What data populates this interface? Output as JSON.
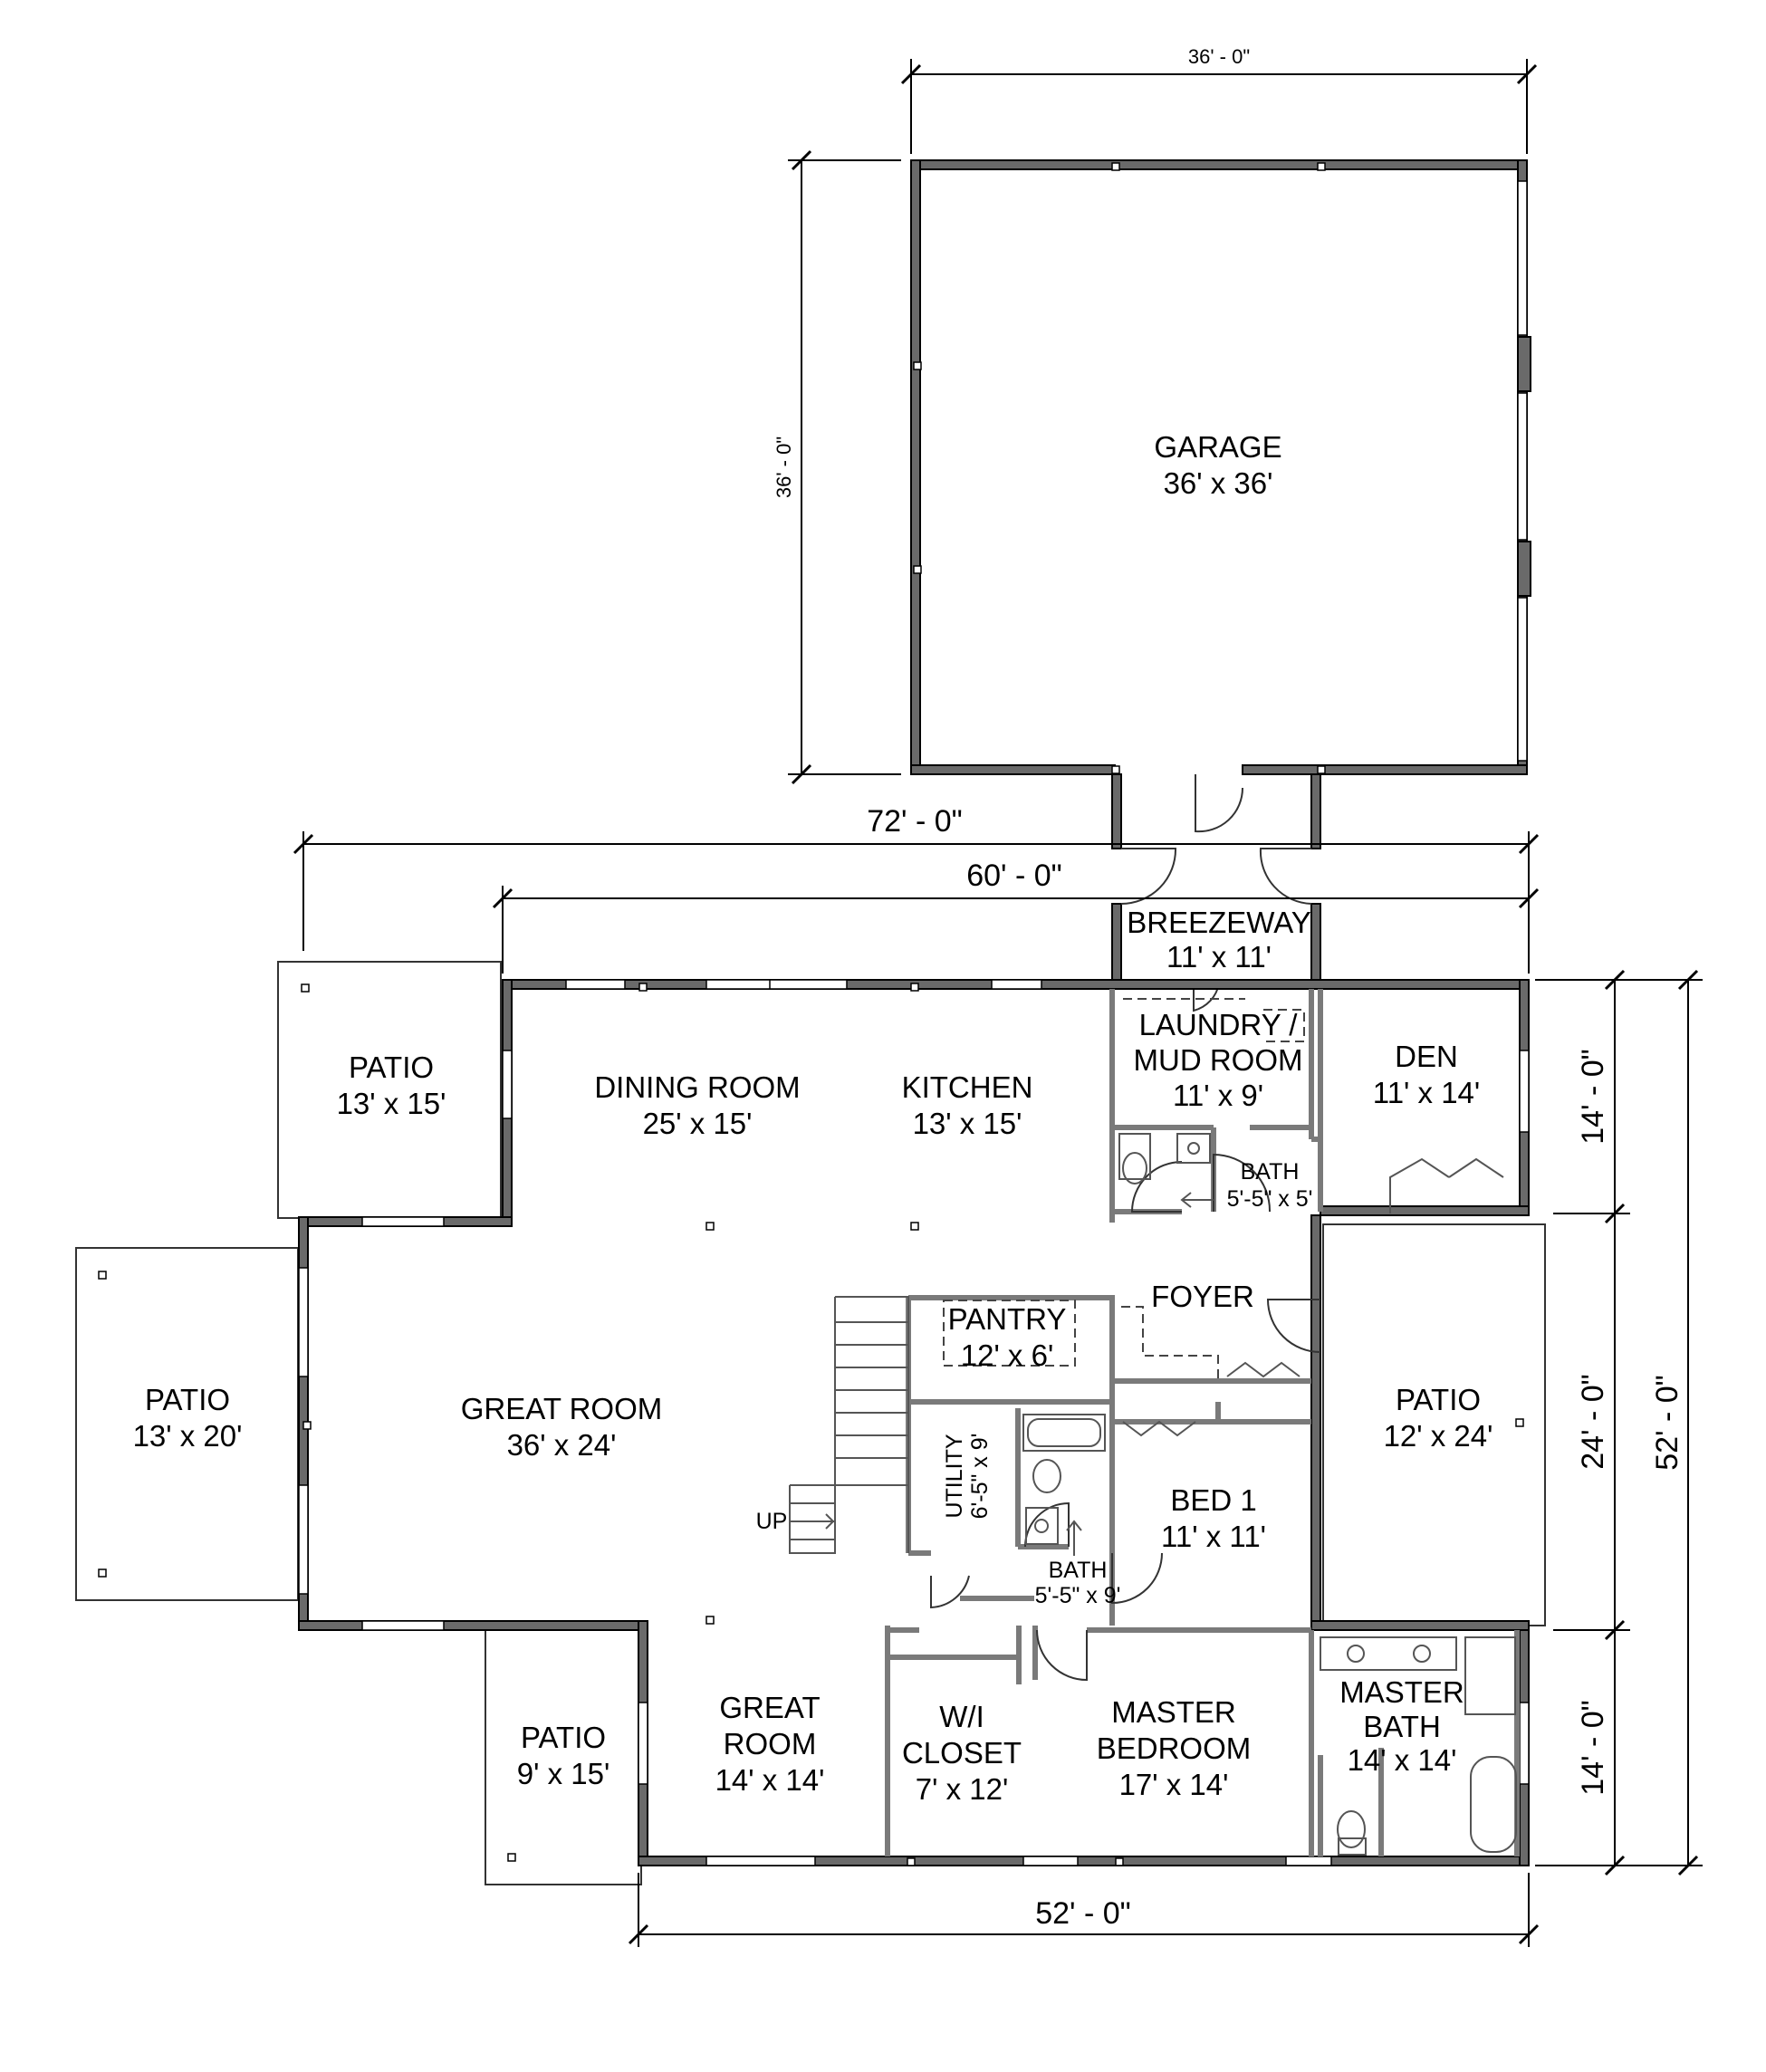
{
  "rooms": {
    "garage": {
      "name": "GARAGE",
      "size": "36' x 36'"
    },
    "breezeway": {
      "name": "BREEZEWAY",
      "size": "11' x 11'"
    },
    "laundry": {
      "name": "LAUNDRY /",
      "name2": "MUD ROOM",
      "size": "11' x 9'"
    },
    "den": {
      "name": "DEN",
      "size": "11' x 14'"
    },
    "patio_nw": {
      "name": "PATIO",
      "size": "13' x 15'"
    },
    "dining": {
      "name": "DINING ROOM",
      "size": "25' x 15'"
    },
    "kitchen": {
      "name": "KITCHEN",
      "size": "13' x 15'"
    },
    "bath1": {
      "name": "BATH",
      "size": "5'-5\" x 5'"
    },
    "foyer": {
      "name": "FOYER"
    },
    "pantry": {
      "name": "PANTRY",
      "size": "12' x 6'"
    },
    "patio_w": {
      "name": "PATIO",
      "size": "13' x 20'"
    },
    "great_room": {
      "name": "GREAT ROOM",
      "size": "36' x 24'"
    },
    "patio_e": {
      "name": "PATIO",
      "size": "12' x 24'"
    },
    "utility": {
      "name": "UTILITY",
      "size": "6'-5\" x 9'"
    },
    "bed1": {
      "name": "BED 1",
      "size": "11' x 11'"
    },
    "bath2": {
      "name": "BATH",
      "size": "5'-5\" x 9'"
    },
    "stairs_up": {
      "name": "UP"
    },
    "patio_sw": {
      "name": "PATIO",
      "size": "9' x 15'"
    },
    "great_room2": {
      "name": "GREAT",
      "name2": "ROOM",
      "size": "14' x 14'"
    },
    "wi_closet": {
      "name": "W/I",
      "name2": "CLOSET",
      "size": "7' x 12'"
    },
    "master_bed": {
      "name": "MASTER",
      "name2": "BEDROOM",
      "size": "17' x 14'"
    },
    "master_bath": {
      "name": "MASTER",
      "name2": "BATH",
      "size": "14' x 14'"
    }
  },
  "dimensions": {
    "garage_width": "36' - 0\"",
    "garage_depth": "36' - 0\"",
    "overall_width": "72' - 0\"",
    "house_width_top": "60' - 0\"",
    "house_width_bottom": "52' - 0\"",
    "right_top": "14' - 0\"",
    "right_mid": "24' - 0\"",
    "right_bottom": "14' - 0\"",
    "overall_depth": "52' - 0\""
  }
}
